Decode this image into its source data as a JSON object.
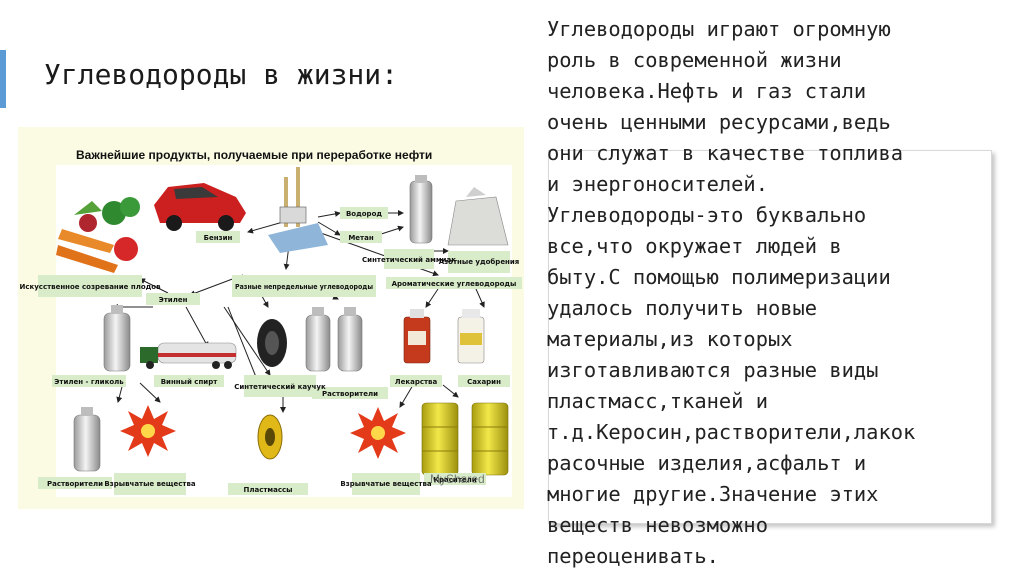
{
  "slide": {
    "title": "Углеводороды в жизни:",
    "body_lines": [
      "Углеводороды играют огромную",
      "роль в современной жизни",
      "человека.Нефть и газ стали",
      "очень ценными ресурсами,ведь",
      "они служат в качестве топлива",
      "и энергоносителей.",
      "Углеводороды-это буквально",
      "все,что окружает людей в",
      "быту.С помощью полимеризации",
      "удалось получить новые",
      "материалы,из которых",
      "изготавливаются разные виды",
      "пластмасс,тканей и",
      "т.д.Керосин,растворители,лакок",
      "расочные изделия,асфальт и",
      "многие другие.Значение этих",
      "веществ невозможно",
      "переоценивать."
    ],
    "accent_color": "#5b9bd5"
  },
  "diagram": {
    "heading": "Важнейшие продукты, получаемые при переработке нефти",
    "watermark": "MyShared",
    "labels": {
      "benzin": "Бензин",
      "vodorod": "Водород",
      "metan": "Метан",
      "ammiak": "Синтетический аммиак",
      "udobreniya": "Азотные удобрения",
      "razn": "Разные непредельные углеводороды",
      "aromat": "Ароматические углеводороды",
      "sozrev": "Искусственное созревание плодов",
      "etilen": "Этилен",
      "glikol": "Этилен - гликоль",
      "spirt": "Винный спирт",
      "kauchuk": "Синтетический каучук",
      "rastv1": "Растворители",
      "lekarstva": "Лекарства",
      "saharin": "Сахарин",
      "rastv2": "Растворители",
      "vzryv1": "Взрывчатые вещества",
      "plastmassy": "Пластмассы",
      "vzryv2": "Взрывчатые вещества",
      "krasiteli": "Красители"
    },
    "colors": {
      "background": "#fbfbe3",
      "label_box": "#d9ecc9",
      "car": "#cc1f1f",
      "barrel": "#e3d51c",
      "explosion": "#e33a1a"
    }
  }
}
